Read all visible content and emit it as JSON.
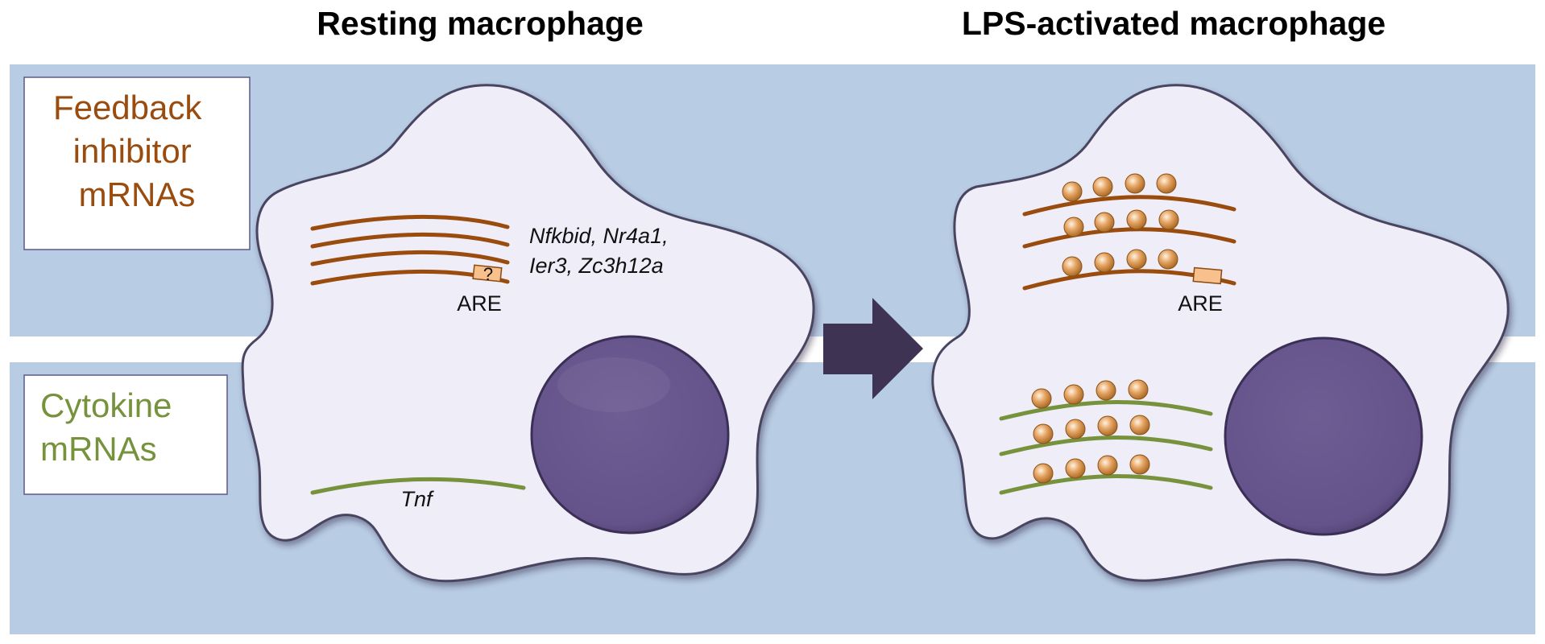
{
  "titles": {
    "resting": "Resting macrophage",
    "activated": "LPS-activated macrophage"
  },
  "rows": {
    "feedback": {
      "lines": [
        "Feedback",
        "inhibitor",
        "mRNAs"
      ],
      "color": "#9a4b0e"
    },
    "cytokine": {
      "lines": [
        "Cytokine",
        "mRNAs"
      ],
      "color": "#77923c"
    }
  },
  "resting_cell": {
    "feedback_genes_line1": "Nfkbid, Nr4a1,",
    "feedback_genes_line2": "Ier3, Zc3h12a",
    "are_label": "ARE",
    "are_mark": "?",
    "cytokine_gene": "Tnf"
  },
  "activated_cell": {
    "are_label": "ARE"
  },
  "colors": {
    "band": "#b8cce4",
    "cell_fill": "#efedf7",
    "cell_outline": "#4a4560",
    "nucleus": "#66558a",
    "arrow": "#3e3352",
    "ribosome": "#e5a463",
    "are_box": "#f7c08c"
  },
  "icons": {
    "arrow": "right-arrow-icon",
    "ribosome": "ribosome-icon",
    "are_box": "are-element-icon"
  }
}
